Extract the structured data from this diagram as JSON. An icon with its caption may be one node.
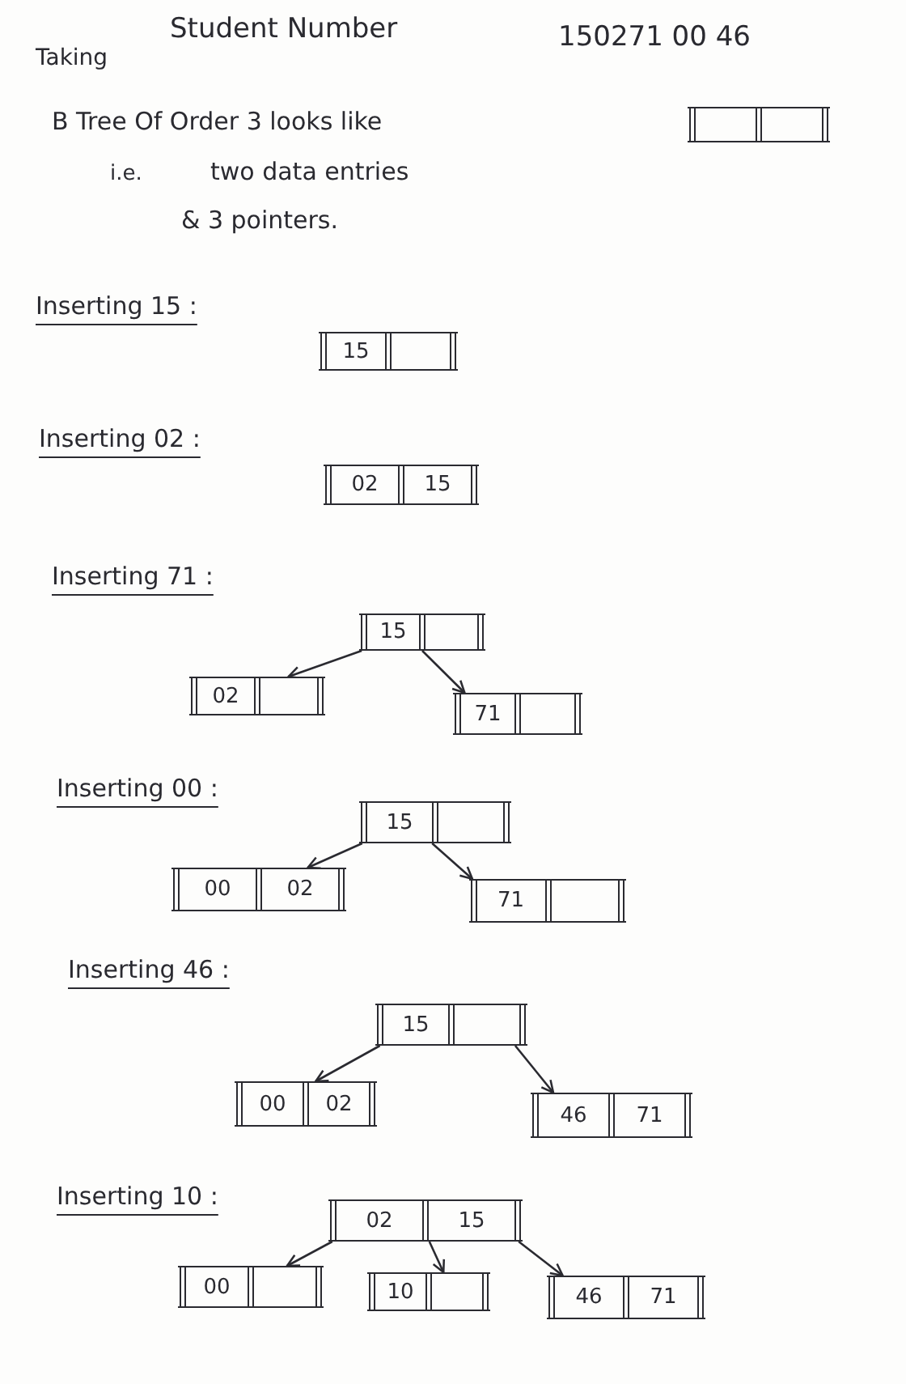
{
  "diagram": {
    "nodes": [
      {
        "text": [],
        "shape": "box"
      },
      {
        "text": [
          "15"
        ]
      },
      {
        "text": [
          "02",
          "15"
        ]
      },
      {
        "text": [
          "15"
        ]
      },
      {
        "text": [
          "02"
        ]
      },
      {
        "text": [
          "71"
        ]
      },
      {
        "text": [
          "15"
        ]
      },
      {
        "text": [
          "00",
          "02"
        ]
      },
      {
        "text": [
          "71"
        ]
      },
      {
        "text": [
          "15"
        ]
      },
      {
        "text": [
          "00",
          "02"
        ]
      },
      {
        "text": [
          "46",
          "71"
        ]
      },
      {
        "text": [
          "02",
          "15"
        ]
      },
      {
        "text": [
          "00"
        ]
      },
      {
        "text": [
          "10"
        ]
      },
      {
        "text": [
          "46",
          "71"
        ]
      }
    ],
    "edges": [
      {
        "from": 3,
        "to": 4,
        "arrow": "to"
      },
      {
        "from": 3,
        "to": 5,
        "arrow": "to"
      },
      {
        "from": 6,
        "to": 7,
        "arrow": "to"
      },
      {
        "from": 6,
        "to": 8,
        "arrow": "to"
      },
      {
        "from": 9,
        "to": 10,
        "arrow": "to"
      },
      {
        "from": 9,
        "to": 11,
        "arrow": "to"
      },
      {
        "from": 12,
        "to": 13,
        "arrow": "to"
      },
      {
        "from": 12,
        "to": 14,
        "arrow": "to"
      },
      {
        "from": 12,
        "to": 15,
        "arrow": "to"
      }
    ],
    "labels": [
      "Taking",
      "Student Number",
      "150271 00 46",
      "B Tree Of Order 3 looks like",
      "i.e.",
      "two data entries",
      "& 3 pointers.",
      "Inserting 15 :",
      "Inserting 02 :",
      "Inserting 71 :",
      "Inserting 00 :",
      "Inserting 46 :",
      "Inserting 10 :"
    ]
  }
}
